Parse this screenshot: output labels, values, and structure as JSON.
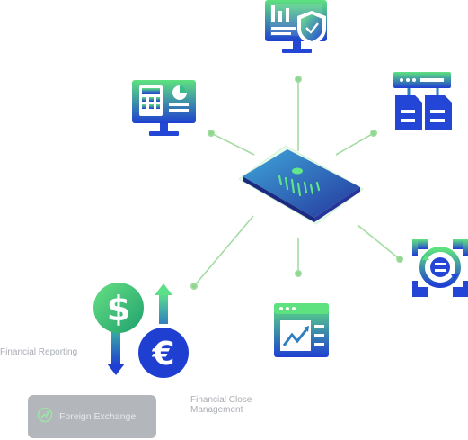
{
  "labels": {
    "financial_reporting": "Financial Reporting",
    "financial_close": "Financial Close Management"
  },
  "button": {
    "label": "Foreign Exchange",
    "icon": "trend-up-circle-icon"
  },
  "icons": {
    "hub": "tablet-dashboard-icon",
    "top": "monitor-shield-icon",
    "upper_left": "monitor-dashboard-icon",
    "upper_right": "documents-sitemap-icon",
    "lower_right": "currency-cycle-icon",
    "bottom": "browser-chart-icon",
    "left": "currency-exchange-icon"
  },
  "colors": {
    "gradient_start": "#5ee27f",
    "gradient_end": "#1f3fd1",
    "connector": "#a3dca3",
    "label": "#a9adb3",
    "button_bg": "#b3b6bb"
  }
}
